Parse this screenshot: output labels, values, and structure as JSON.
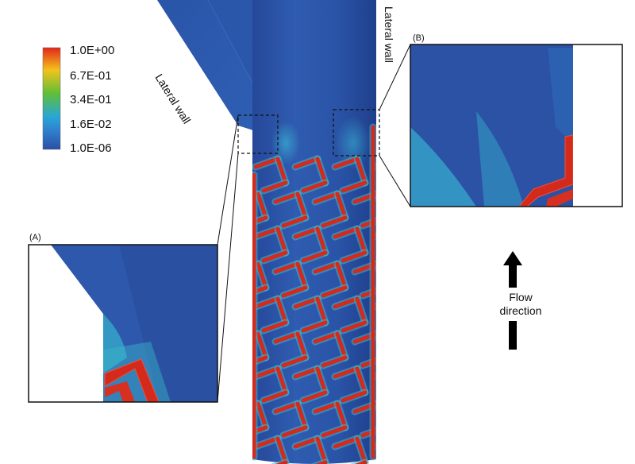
{
  "colorbar": {
    "labels": [
      "1.0E+00",
      "6.7E-01",
      "3.4E-01",
      "1.6E-02",
      "1.0E-06"
    ],
    "colors": [
      "#e8301e",
      "#f3c21b",
      "#5fbf37",
      "#29a6d6",
      "#2a55a8"
    ]
  },
  "labels": {
    "lateral_wall_left": "Lateral wall",
    "lateral_wall_right": "Lateral wall",
    "inset_a": "(A)",
    "inset_b": "(B)",
    "flow_line1": "Flow",
    "flow_line2": "direction"
  },
  "colors": {
    "vessel": "#2d54a6",
    "vessel_dark": "#22428a",
    "strut": "#d42a1c",
    "strut_edge": "#3fb8d0"
  }
}
